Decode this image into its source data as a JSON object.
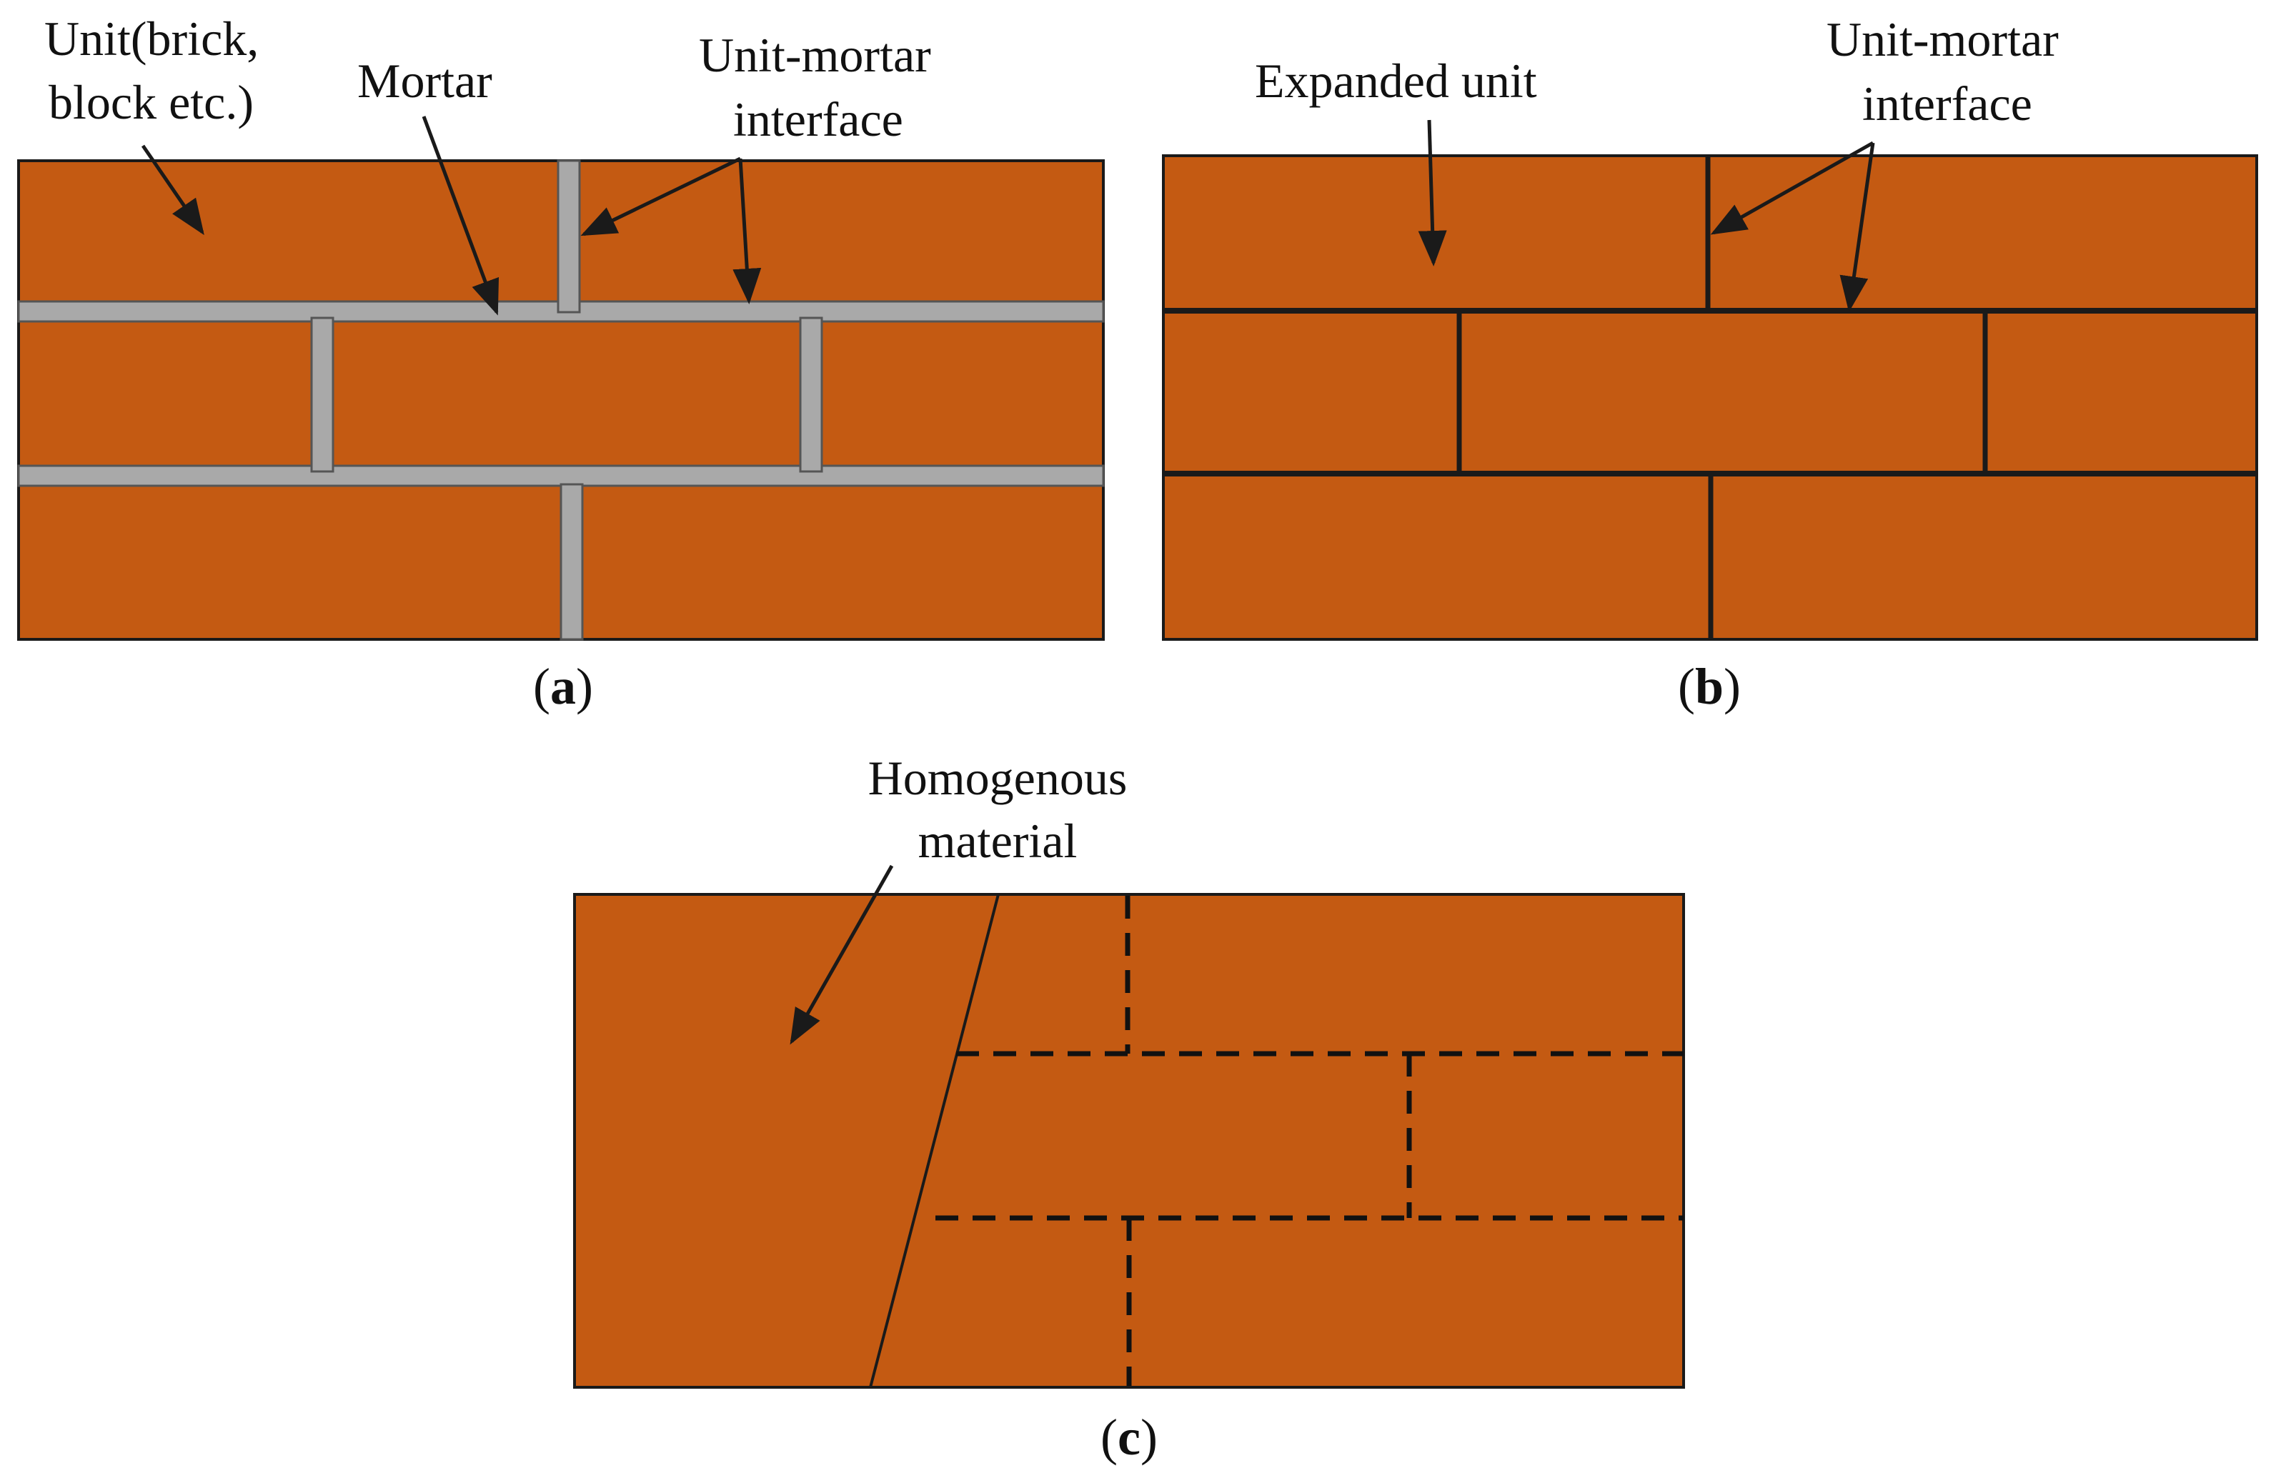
{
  "colors": {
    "unit": "#c45a12",
    "mortar": "#a9a9a9",
    "outline": "#1a1a1a",
    "background": "#ffffff"
  },
  "panels": {
    "a": {
      "caption_open": "(",
      "caption_letter": "a",
      "caption_close": ")",
      "labels": {
        "unit_line1": "Unit(brick,",
        "unit_line2": "block etc.)",
        "mortar": "Mortar",
        "interface_line1": "Unit-mortar",
        "interface_line2": "interface"
      }
    },
    "b": {
      "caption_open": "(",
      "caption_letter": "b",
      "caption_close": ")",
      "labels": {
        "expanded_unit": "Expanded unit",
        "interface_line1": "Unit-mortar",
        "interface_line2": "interface"
      }
    },
    "c": {
      "caption_open": "(",
      "caption_letter": "c",
      "caption_close": ")",
      "labels": {
        "homogenous_line1": "Homogenous",
        "homogenous_line2": "material"
      }
    }
  }
}
